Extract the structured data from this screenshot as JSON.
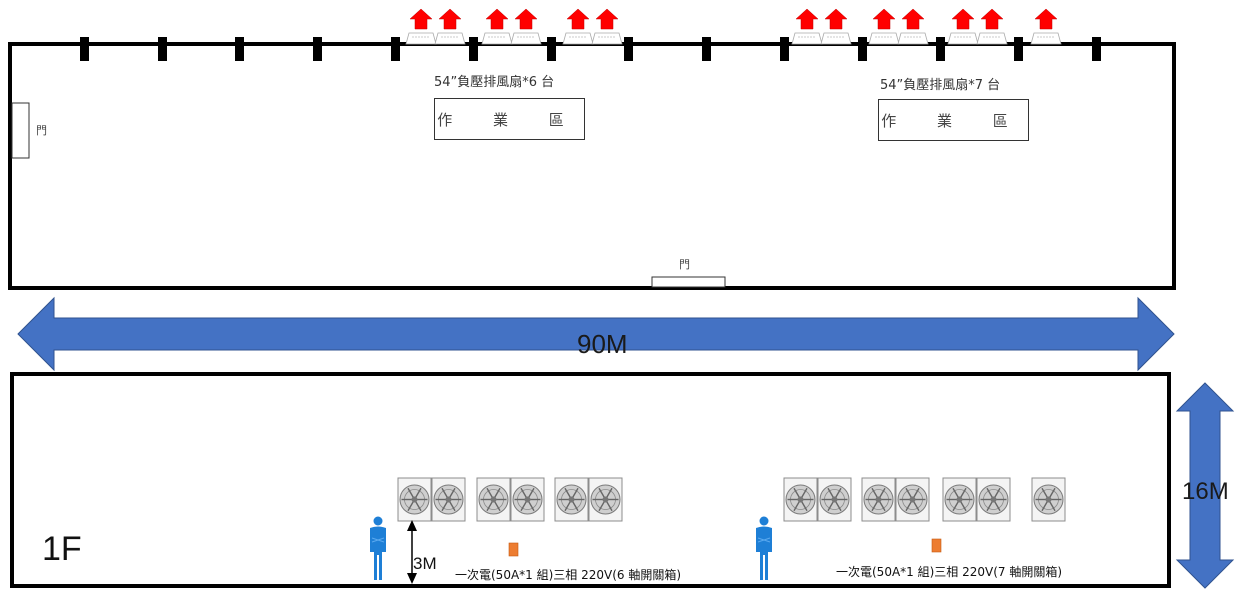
{
  "plan_view": {
    "door_left_label": "門",
    "door_bottom_label": "門",
    "groups": [
      {
        "fan_label": "54”負壓排風扇*6 台",
        "work_area_label": "作 業 區",
        "fan_count": 6
      },
      {
        "fan_label": "54”負壓排風扇*7 台",
        "work_area_label": "作 業 區",
        "fan_count": 7
      }
    ],
    "pillar_count": 14,
    "exhaust_arrow_color": "#ff0000"
  },
  "dimensions": {
    "length_label": "90M",
    "height_label": "16M",
    "fan_height_label": "3M",
    "arrow_color": "#4472c4"
  },
  "elevation_view": {
    "floor_label": "1F",
    "groups": [
      {
        "fan_count": 6,
        "power_label": "一次電(50A*1 組)三相 220V(6 軸開關箱)"
      },
      {
        "fan_count": 7,
        "power_label": "一次電(50A*1 組)三相 220V(7 軸開關箱)"
      }
    ],
    "person_color": "#1e7fd6",
    "switchbox_color": "#ed7d31"
  }
}
